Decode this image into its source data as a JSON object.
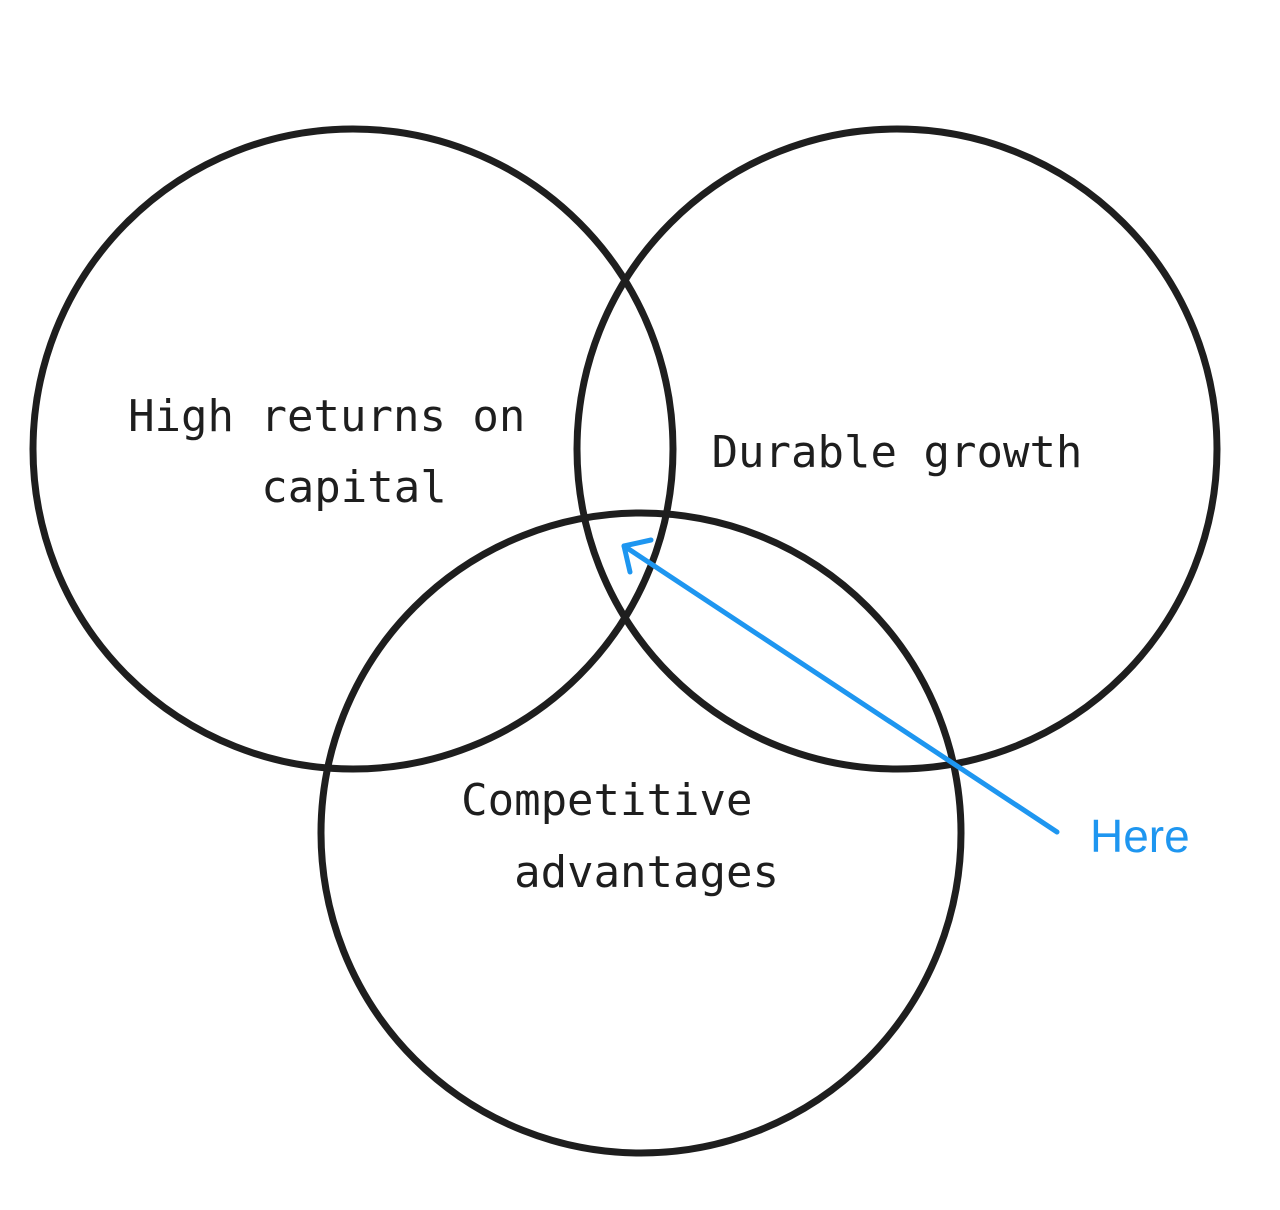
{
  "colors": {
    "background": "#ffffff",
    "outline": "#1e1e1e",
    "text": "#1e1e1e",
    "annotation": "#1e96f0"
  },
  "circles": [
    {
      "name": "capital",
      "label_lines": [
        "High returns on",
        "capital"
      ]
    },
    {
      "name": "growth",
      "label_lines": [
        "Durable growth"
      ]
    },
    {
      "name": "advantages",
      "label_lines": [
        "Competitive",
        "advantages"
      ]
    }
  ],
  "annotation": {
    "label": "Here",
    "icon": "arrow-pointer-icon"
  }
}
